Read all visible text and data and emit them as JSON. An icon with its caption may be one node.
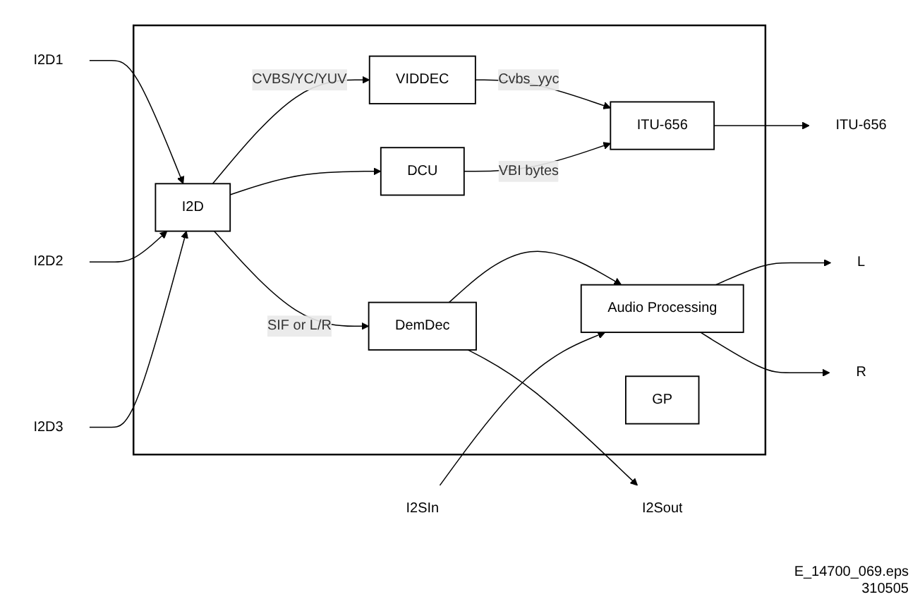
{
  "diagram": {
    "nodes": [
      {
        "text": [],
        "shape": "box"
      },
      {
        "text": [
          "I2D1"
        ]
      },
      {
        "text": [
          "I2D2"
        ]
      },
      {
        "text": [
          "I2D3"
        ]
      },
      {
        "text": [
          "I2D"
        ],
        "in": 0
      },
      {
        "text": [
          "VIDDEC"
        ],
        "in": 0
      },
      {
        "text": [
          "DCU"
        ],
        "in": 0
      },
      {
        "text": [
          "ITU-656"
        ],
        "in": 0
      },
      {
        "text": [
          "DemDec"
        ],
        "in": 0
      },
      {
        "text": [
          "Audio Processing"
        ],
        "in": 0
      },
      {
        "text": [
          "GP"
        ],
        "in": 0
      },
      {
        "text": [
          "ITU-656"
        ]
      },
      {
        "text": [
          "L"
        ]
      },
      {
        "text": [
          "R"
        ]
      },
      {
        "text": [
          "I2Sout"
        ]
      },
      {
        "text": [
          "I2SIn"
        ]
      }
    ],
    "edges": [
      {
        "from": 1,
        "to": 4,
        "arrow": "to"
      },
      {
        "from": 2,
        "to": 4,
        "arrow": "to"
      },
      {
        "from": 3,
        "to": 4,
        "arrow": "to"
      },
      {
        "from": 4,
        "to": 5,
        "arrow": "to",
        "label": "CVBS/YC/YUV"
      },
      {
        "from": 4,
        "to": 6,
        "arrow": "to"
      },
      {
        "from": 5,
        "to": 7,
        "arrow": "to",
        "label": "Cvbs_yyc"
      },
      {
        "from": 6,
        "to": 7,
        "arrow": "to",
        "label": "VBI bytes"
      },
      {
        "from": 4,
        "to": 8,
        "arrow": "to",
        "label": "SIF or L/R"
      },
      {
        "from": 8,
        "to": 9,
        "arrow": "to"
      },
      {
        "from": 7,
        "to": 11,
        "arrow": "to"
      },
      {
        "from": 9,
        "to": 12,
        "arrow": "to"
      },
      {
        "from": 9,
        "to": 13,
        "arrow": "to"
      },
      {
        "from": 8,
        "to": 14,
        "arrow": "to"
      },
      {
        "from": 15,
        "to": 9,
        "arrow": "to"
      }
    ],
    "labels": [
      "E_14700_069.eps",
      "310505"
    ]
  }
}
